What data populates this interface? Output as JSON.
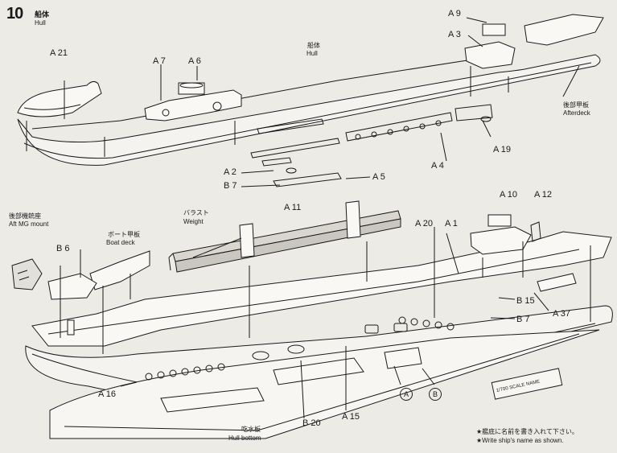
{
  "step": {
    "number": "10",
    "title_jp": "船体",
    "title_en": "Hull"
  },
  "labels": {
    "A21": "A 21",
    "A7": "A 7",
    "A6": "A 6",
    "A9": "A 9",
    "A3": "A 3",
    "A19": "A 19",
    "A4": "A 4",
    "A2": "A 2",
    "B7_top": "B 7",
    "A5": "A 5",
    "hull_jp": "船体",
    "hull_en": "Hull",
    "afterdeck_jp": "後部甲板",
    "afterdeck_en": "Afterdeck",
    "weight_jp": "バラスト",
    "weight_en": "Weight",
    "A11": "A 11",
    "A20": "A 20",
    "A1": "A 1",
    "A10": "A 10",
    "A12": "A 12",
    "mg_jp": "後部機銃座",
    "mg_en": "Aft MG mount",
    "boat_jp": "ボート甲板",
    "boat_en": "Boat deck",
    "B6": "B 6",
    "B15": "B 15",
    "B7_bottom": "B 7",
    "A37": "A 37",
    "A16": "A 16",
    "B20": "B 20",
    "A15": "A 15",
    "circle_a": "A",
    "circle_b": "B",
    "hullbottom_jp": "吃水板",
    "hullbottom_en": "Hull bottom",
    "nameplate": "1/700 SCALE NAME",
    "note_jp": "★艦底に名前を書き入れて下さい。",
    "note_en": "★Write ship's name as shown."
  }
}
